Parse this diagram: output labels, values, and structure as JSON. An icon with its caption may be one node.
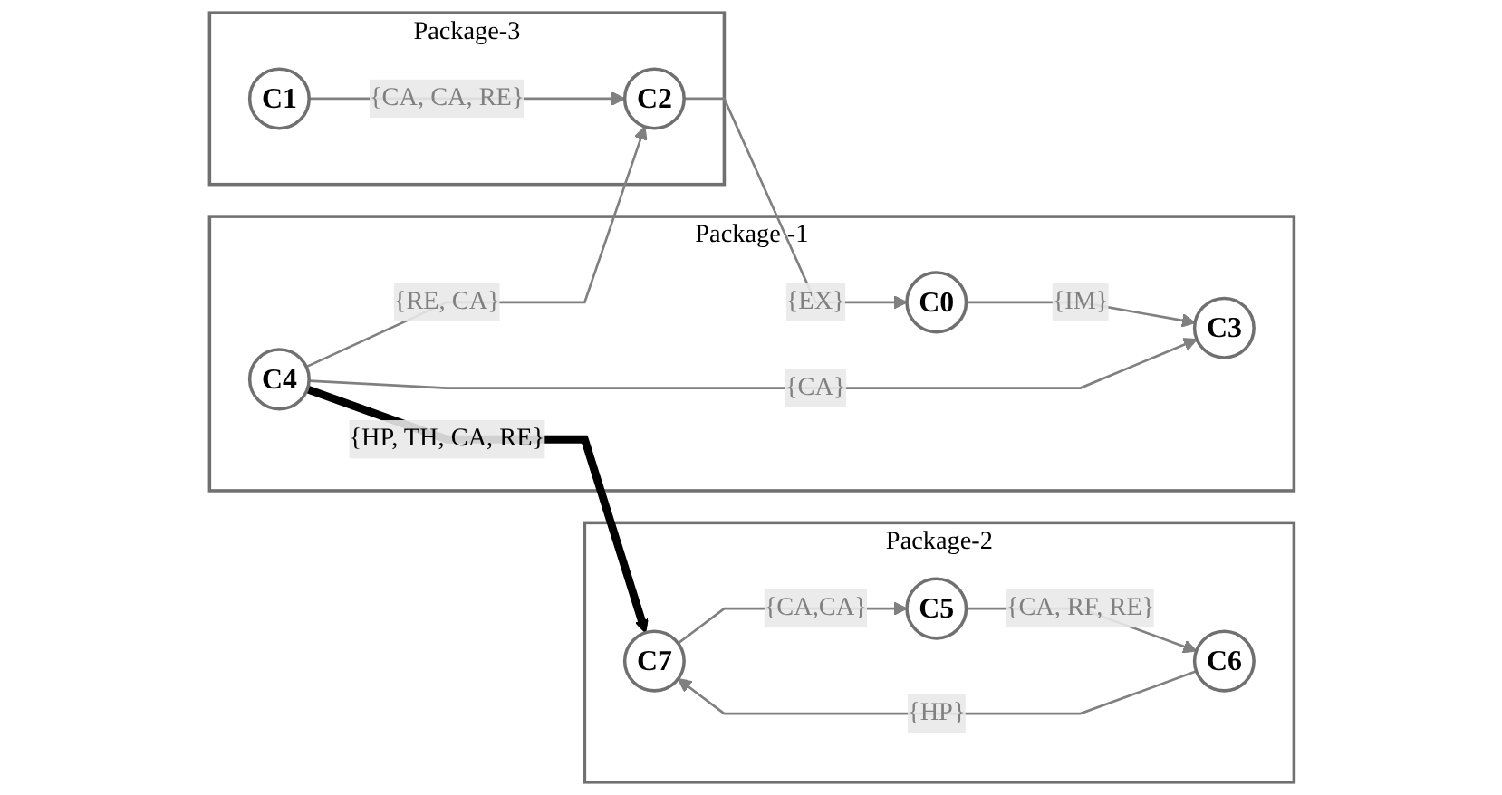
{
  "diagram": {
    "nodes": [
      {
        "text": [
          "Package-3"
        ]
      },
      {
        "text": [
          "C1"
        ],
        "in": 0
      },
      {
        "text": [
          "C2"
        ],
        "in": 0
      },
      {
        "text": [
          "Package -1"
        ]
      },
      {
        "text": [
          "C0"
        ],
        "in": 3
      },
      {
        "text": [
          "C3"
        ],
        "in": 3
      },
      {
        "text": [
          "C4"
        ],
        "in": 3
      },
      {
        "text": [
          "Package-2"
        ]
      },
      {
        "text": [
          "C5"
        ],
        "in": 7
      },
      {
        "text": [
          "C7"
        ],
        "in": 7
      },
      {
        "text": [
          "C6"
        ],
        "in": 7
      }
    ],
    "edges": [
      {
        "from": 1,
        "to": 2,
        "arrow": "to",
        "label": "{CA, CA, RE}"
      },
      {
        "from": 2,
        "to": 4,
        "arrow": "to",
        "label": "{EX}"
      },
      {
        "from": 4,
        "to": 5,
        "arrow": "to",
        "label": "{IM}"
      },
      {
        "from": 6,
        "to": 5,
        "arrow": "to",
        "label": "{CA}"
      },
      {
        "from": 6,
        "to": 2,
        "arrow": "to",
        "label": "{RE, CA}"
      },
      {
        "from": 6,
        "to": 9,
        "arrow": "to",
        "label": "{HP, TH, CA, RE}",
        "style": "thick",
        "color": "#000000"
      },
      {
        "from": 9,
        "to": 8,
        "arrow": "to",
        "label": "{CA,CA}"
      },
      {
        "from": 8,
        "to": 10,
        "arrow": "to",
        "label": "{CA, RF, RE}"
      },
      {
        "from": 10,
        "to": 9,
        "arrow": "to",
        "label": "{HP}"
      }
    ]
  }
}
